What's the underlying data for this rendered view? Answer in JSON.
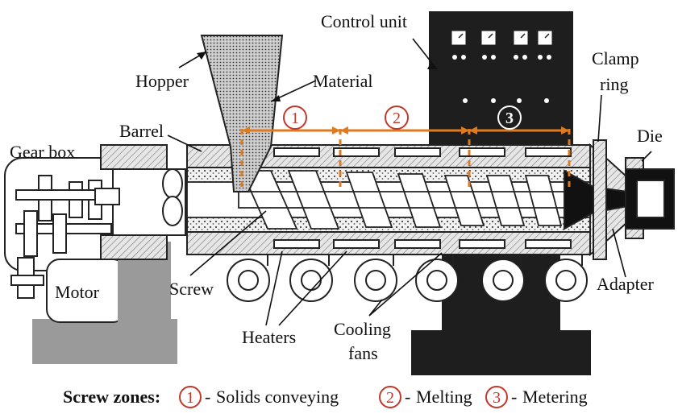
{
  "labels": {
    "control_unit": "Control unit",
    "hopper": "Hopper",
    "material": "Material",
    "clamp": "Clamp",
    "ring": "ring",
    "die": "Die",
    "gear_box": "Gear box",
    "barrel": "Barrel",
    "screw": "Screw",
    "motor": "Motor",
    "heaters": "Heaters",
    "cooling": "Cooling",
    "fans": "fans",
    "adapter": "Adapter"
  },
  "zones": [
    {
      "number": "1",
      "name": "Solids conveying"
    },
    {
      "number": "2",
      "name": "Melting"
    },
    {
      "number": "3",
      "name": "Metering"
    }
  ],
  "legend": {
    "title": "Screw zones:",
    "sep": "- "
  },
  "colors": {
    "zone_marker": "#e07a1f",
    "zone_number": "#c0392b",
    "control_unit_fill": "#1e1e1e",
    "base_fill": "#9a9a9a",
    "die_fill": "#111111"
  }
}
